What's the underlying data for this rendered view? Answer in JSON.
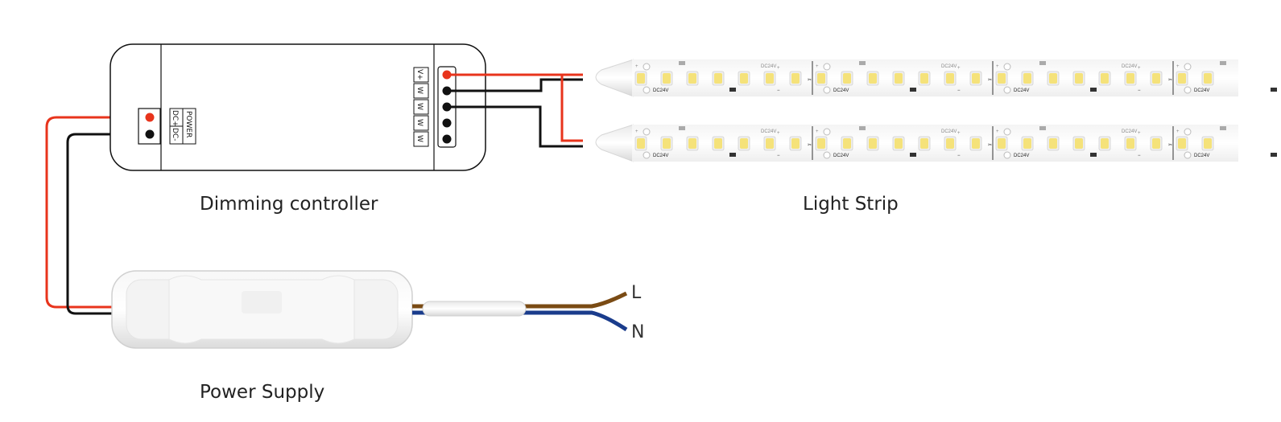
{
  "labels": {
    "controller": "Dimming controller",
    "strip": "Light Strip",
    "power_supply": "Power Supply"
  },
  "controller": {
    "power_terminal": [
      "POWER",
      "DC+",
      "DC-"
    ],
    "output_terminal": [
      "V+",
      "W",
      "W",
      "W",
      "W"
    ]
  },
  "mains": {
    "live": "L",
    "neutral": "N"
  },
  "strip_marks": {
    "voltage": "DC24V",
    "plus": "+",
    "minus": "−"
  },
  "colors": {
    "positive_wire": "#e8341c",
    "negative_wire": "#111111",
    "live_wire": "#7a4b14",
    "neutral_wire": "#1a3c8c",
    "led": "#f5e27a"
  }
}
